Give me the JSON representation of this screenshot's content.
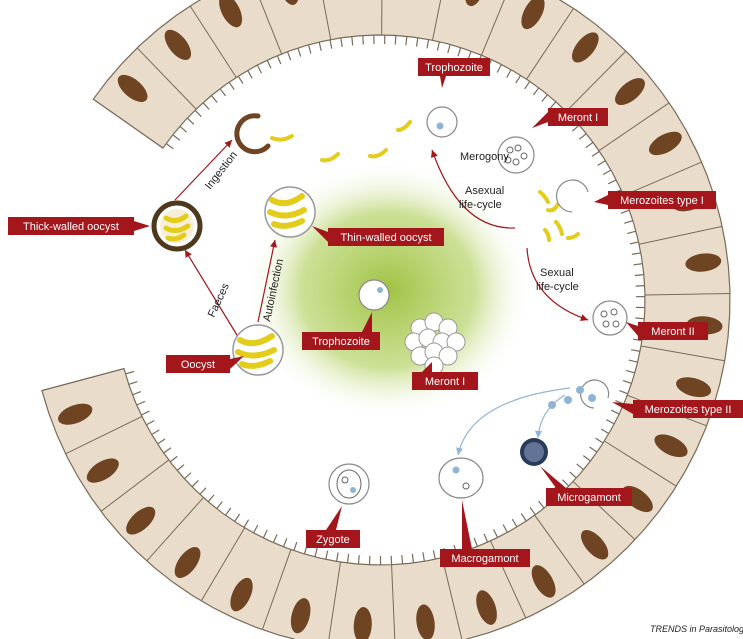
{
  "labels": {
    "trophozoite_top": "Trophozoite",
    "meront_1": "Meront I",
    "merozoites_1": "Merozoites type I",
    "thin_walled": "Thin-walled oocyst",
    "thick_walled": "Thick-walled oocyst",
    "meront_2": "Meront II",
    "trophozoite_center": "Trophozoite",
    "meront_1_center": "Meront I",
    "oocyst": "Oocyst",
    "merozoites_2": "Merozoites type II",
    "microgamont": "Microgamont",
    "zygote": "Zygote",
    "macrogamont": "Macrogamont"
  },
  "texts": {
    "ingestion": "Ingestion",
    "faeces": "Faeces",
    "autoinfection": "Autoinfection",
    "merogony": "Merogony",
    "asexual_1": "Asexual",
    "asexual_2": "life-cycle",
    "sexual_1": "Sexual",
    "sexual_2": "life-cycle",
    "credit": "TRENDS in Parasitology"
  },
  "colors": {
    "label_fill": "#a3161b",
    "cell_fill": "#e9dccb",
    "nucleus": "#6e4423",
    "green_center": "#9bbf3a",
    "arrow_red": "#a3161b",
    "arrow_blue": "#8fb5d6",
    "sporozoite": "#e3cc1a"
  }
}
